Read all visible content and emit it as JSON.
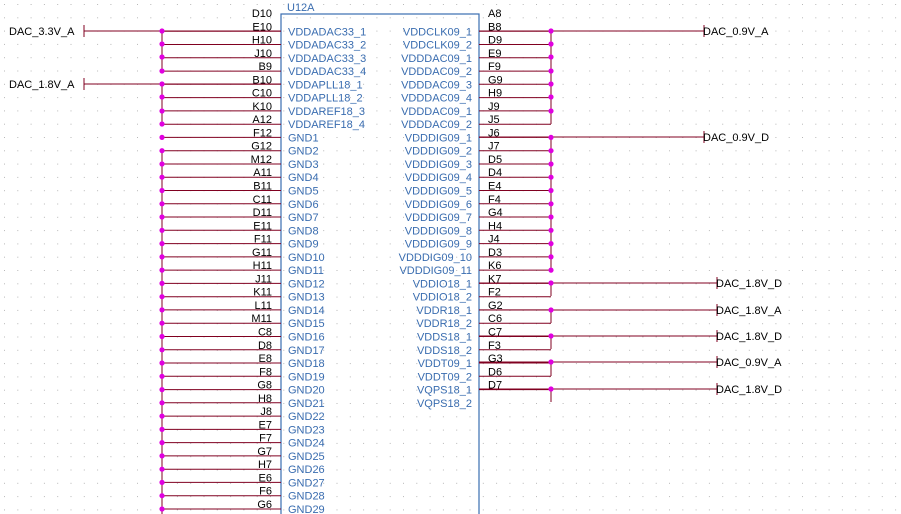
{
  "component": {
    "refdes": "U12A",
    "left_pins": [
      {
        "pin": "D10",
        "signal": ""
      },
      {
        "pin": "E10",
        "signal": "VDDADAC33_1"
      },
      {
        "pin": "H10",
        "signal": "VDDADAC33_2"
      },
      {
        "pin": "J10",
        "signal": "VDDADAC33_3"
      },
      {
        "pin": "B9",
        "signal": "VDDADAC33_4"
      },
      {
        "pin": "B10",
        "signal": "VDDAPLL18_1"
      },
      {
        "pin": "C10",
        "signal": "VDDAPLL18_2"
      },
      {
        "pin": "K10",
        "signal": "VDDAREF18_3"
      },
      {
        "pin": "A12",
        "signal": "VDDAREF18_4"
      },
      {
        "pin": "F12",
        "signal": "GND1"
      },
      {
        "pin": "G12",
        "signal": "GND2"
      },
      {
        "pin": "M12",
        "signal": "GND3"
      },
      {
        "pin": "A11",
        "signal": "GND4"
      },
      {
        "pin": "B11",
        "signal": "GND5"
      },
      {
        "pin": "C11",
        "signal": "GND6"
      },
      {
        "pin": "D11",
        "signal": "GND7"
      },
      {
        "pin": "E11",
        "signal": "GND8"
      },
      {
        "pin": "F11",
        "signal": "GND9"
      },
      {
        "pin": "G11",
        "signal": "GND10"
      },
      {
        "pin": "H11",
        "signal": "GND11"
      },
      {
        "pin": "J11",
        "signal": "GND12"
      },
      {
        "pin": "K11",
        "signal": "GND13"
      },
      {
        "pin": "L11",
        "signal": "GND14"
      },
      {
        "pin": "M11",
        "signal": "GND15"
      },
      {
        "pin": "C8",
        "signal": "GND16"
      },
      {
        "pin": "D8",
        "signal": "GND17"
      },
      {
        "pin": "E8",
        "signal": "GND18"
      },
      {
        "pin": "F8",
        "signal": "GND19"
      },
      {
        "pin": "G8",
        "signal": "GND20"
      },
      {
        "pin": "H8",
        "signal": "GND21"
      },
      {
        "pin": "J8",
        "signal": "GND22"
      },
      {
        "pin": "E7",
        "signal": "GND23"
      },
      {
        "pin": "F7",
        "signal": "GND24"
      },
      {
        "pin": "G7",
        "signal": "GND25"
      },
      {
        "pin": "H7",
        "signal": "GND26"
      },
      {
        "pin": "E6",
        "signal": "GND27"
      },
      {
        "pin": "F6",
        "signal": "GND28"
      },
      {
        "pin": "G6",
        "signal": "GND29"
      }
    ],
    "right_pins": [
      {
        "pin": "A8",
        "signal": ""
      },
      {
        "pin": "B8",
        "signal": "VDDCLK09_1"
      },
      {
        "pin": "D9",
        "signal": "VDDCLK09_2"
      },
      {
        "pin": "E9",
        "signal": "VDDDAC09_1"
      },
      {
        "pin": "F9",
        "signal": "VDDDAC09_2"
      },
      {
        "pin": "G9",
        "signal": "VDDDAC09_3"
      },
      {
        "pin": "H9",
        "signal": "VDDDAC09_4"
      },
      {
        "pin": "J9",
        "signal": "VDDDAC09_1"
      },
      {
        "pin": "J5",
        "signal": "VDDDAC09_2"
      },
      {
        "pin": "J6",
        "signal": "VDDDIG09_1"
      },
      {
        "pin": "J7",
        "signal": "VDDDIG09_2"
      },
      {
        "pin": "D5",
        "signal": "VDDDIG09_3"
      },
      {
        "pin": "D4",
        "signal": "VDDDIG09_4"
      },
      {
        "pin": "E4",
        "signal": "VDDDIG09_5"
      },
      {
        "pin": "F4",
        "signal": "VDDDIG09_6"
      },
      {
        "pin": "G4",
        "signal": "VDDDIG09_7"
      },
      {
        "pin": "H4",
        "signal": "VDDDIG09_8"
      },
      {
        "pin": "J4",
        "signal": "VDDDIG09_9"
      },
      {
        "pin": "D3",
        "signal": "VDDDIG09_10"
      },
      {
        "pin": "K6",
        "signal": "VDDDIG09_11"
      },
      {
        "pin": "K7",
        "signal": "VDDIO18_1"
      },
      {
        "pin": "F2",
        "signal": "VDDIO18_2"
      },
      {
        "pin": "G2",
        "signal": "VDDR18_1"
      },
      {
        "pin": "C6",
        "signal": "VDDR18_2"
      },
      {
        "pin": "C7",
        "signal": "VDDS18_1"
      },
      {
        "pin": "F3",
        "signal": "VDDS18_2"
      },
      {
        "pin": "G3",
        "signal": "VDDT09_1"
      },
      {
        "pin": "D6",
        "signal": "VDDT09_2"
      },
      {
        "pin": "D7",
        "signal": "VQPS18_1"
      },
      {
        "pin": "",
        "signal": "VQPS18_2"
      }
    ]
  },
  "net_labels": {
    "dac_3v3_a": "DAC_3.3V_A",
    "dac_1v8_a_left": "DAC_1.8V_A",
    "dac_0v9_a_top": "DAC_0.9V_A",
    "dac_0v9_d": "DAC_0.9V_D",
    "dac_1v8_d_1": "DAC_1.8V_D",
    "dac_1v8_a_right": "DAC_1.8V_A",
    "dac_1v8_d_2": "DAC_1.8V_D",
    "dac_0v9_a_bottom": "DAC_0.9V_A",
    "dac_1v8_d_3": "DAC_1.8V_D"
  },
  "colors": {
    "wire": "#800020",
    "junction": "#e000e0",
    "body": "#3a6db0",
    "grid": "#b8b8b8"
  }
}
